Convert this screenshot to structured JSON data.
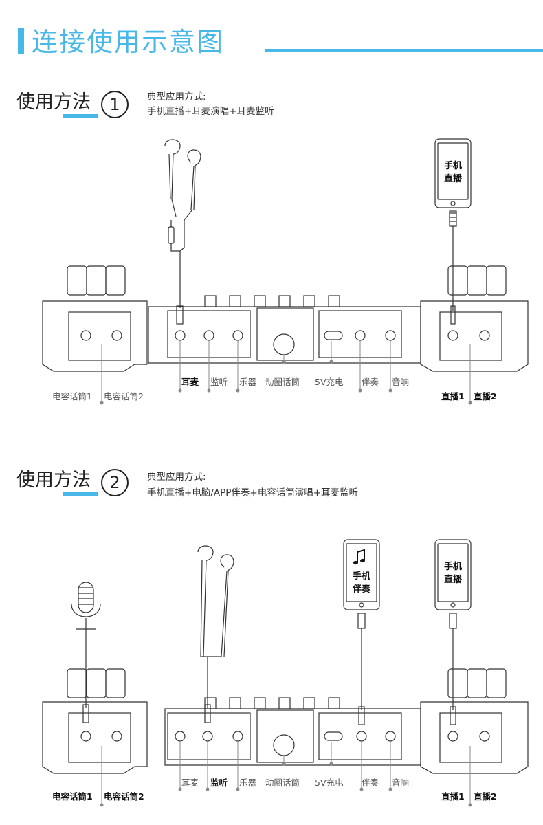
{
  "header": {
    "title": "连接使用示意图",
    "accent_color": "#48b8e8"
  },
  "sections": [
    {
      "method_label": "使用方法",
      "number": "1",
      "desc_line1": "典型应用方式:",
      "desc_line2": "手机直播+耳麦演唱+耳麦监听",
      "phones": [
        {
          "text_line1": "手机",
          "text_line2": "直播"
        }
      ],
      "port_labels": {
        "condenser_mic_1": "电容话筒1",
        "condenser_mic_2": "电容话筒2",
        "headset": "耳麦",
        "monitor": "监听",
        "instrument": "乐器",
        "dynamic_mic": "动圈话筒",
        "charging_5v": "5V充电",
        "accompaniment": "伴奏",
        "speaker": "音响",
        "live_1": "直播1",
        "live_2": "直播2"
      },
      "bold_ports": [
        "headset",
        "live_1",
        "live_2"
      ]
    },
    {
      "method_label": "使用方法",
      "number": "2",
      "desc_line1": "典型应用方式:",
      "desc_line2": "手机直播+电脑/APP伴奏+电容话筒演唱+耳麦监听",
      "phones": [
        {
          "text_line1": "手机",
          "text_line2": "伴奏",
          "icon": "music-note-icon"
        },
        {
          "text_line1": "手机",
          "text_line2": "直播"
        }
      ],
      "port_labels": {
        "condenser_mic_1": "电容话筒1",
        "condenser_mic_2": "电容话筒2",
        "headset": "耳麦",
        "monitor": "监听",
        "instrument": "乐器",
        "dynamic_mic": "动圈话筒",
        "charging_5v": "5V充电",
        "accompaniment": "伴奏",
        "speaker": "音响",
        "live_1": "直播1",
        "live_2": "直播2"
      },
      "bold_ports": [
        "condenser_mic_1",
        "condenser_mic_2",
        "monitor",
        "live_1",
        "live_2"
      ]
    }
  ]
}
